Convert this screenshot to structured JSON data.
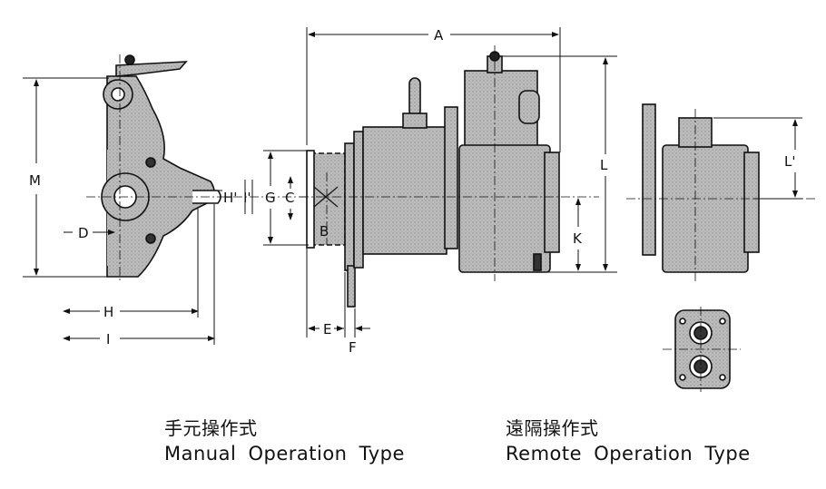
{
  "dimensions": {
    "A": "A",
    "B": "B",
    "C": "C",
    "D": "D",
    "E": "E",
    "F": "F",
    "G": "G",
    "H": "H",
    "I": "I",
    "K": "K",
    "L": "L",
    "M": "M",
    "H_prime": "H'",
    "I_prime": "I'",
    "L_prime": "L'"
  },
  "captions": {
    "manual": {
      "cjk": "手元操作式",
      "en": "Manual Operation Type"
    },
    "remote": {
      "cjk": "遠隔操作式",
      "en": "Remote Operation Type"
    }
  },
  "colors": {
    "ink": "#111111",
    "fill": "#b9b9b9",
    "fill_dark": "#8f8f8f"
  }
}
